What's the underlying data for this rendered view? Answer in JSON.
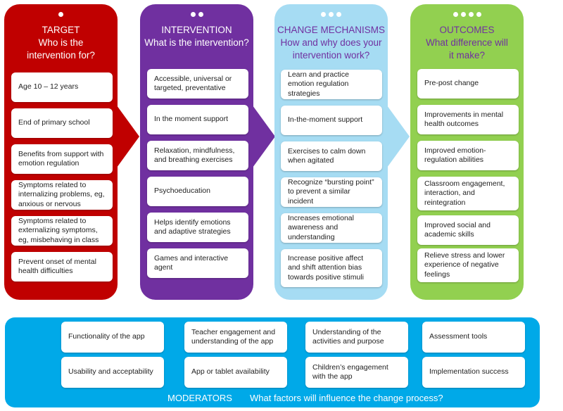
{
  "colors": {
    "target": "#c00000",
    "intervention": "#7030a0",
    "change": "#a6dcf3",
    "outcomes": "#92d050",
    "moderators": "#00a9e8"
  },
  "target": {
    "title": "TARGET",
    "subtitle": "Who is the intervention for?",
    "items": [
      "Age 10 – 12 years",
      "End of primary school",
      "Benefits from support with emotion regulation",
      "Symptoms related to internalizing problems, eg, anxious or nervous",
      "Symptoms related to externalizing symptoms, eg, misbehaving in class",
      "Prevent onset of mental health difficulties"
    ]
  },
  "intervention": {
    "title": "INTERVENTION",
    "subtitle": "What is the intervention?",
    "items": [
      "Accessible, universal or targeted, preventative",
      "In the moment support",
      "Relaxation, mindfulness, and breathing exercises",
      "Psychoeducation",
      "Helps identify emotions and adaptive strategies",
      "Games and interactive agent"
    ]
  },
  "change": {
    "title": "CHANGE MECHANISMS",
    "subtitle": "How and why does your intervention work?",
    "items": [
      "Learn and practice emotion regulation strategies",
      "In-the-moment support",
      "Exercises to calm down when agitated",
      "Recognize “bursting point” to prevent  a similar incident",
      "Increases emotional awareness and understanding",
      "Increase positive affect and shift attention bias towards positive stimuli"
    ]
  },
  "outcomes": {
    "title": "OUTCOMES",
    "subtitle": "What difference will it make?",
    "items": [
      "Pre-post change",
      "Improvements in mental health outcomes",
      "Improved emotion-regulation abilities",
      "Classroom engagement, interaction, and reintegration",
      "Improved social and academic skills",
      "Relieve stress and lower experience of negative feelings"
    ]
  },
  "moderators": {
    "title": "MODERATORS",
    "subtitle": "What factors will influence the change process?",
    "items": [
      "Functionality of the app",
      "Teacher engagement and understanding of the app",
      "Understanding of the activities and purpose",
      "Assessment tools",
      "Usability and acceptability",
      "App or tablet availability",
      "Children’s engagement with the app",
      "Implementation success"
    ]
  }
}
